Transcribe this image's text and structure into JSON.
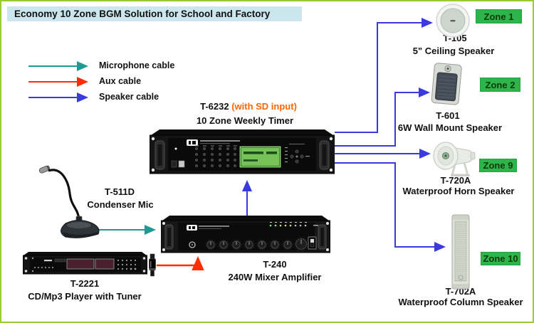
{
  "page": {
    "title": "Economy 10 Zone BGM Solution for School and Factory",
    "border_color": "#99cc33",
    "title_bg": "#cbe7ed"
  },
  "legend": {
    "items": [
      {
        "label": "Microphone cable",
        "color": "#1d9a94"
      },
      {
        "label": "Aux cable",
        "color": "#ff2d00"
      },
      {
        "label": "Speaker cable",
        "color": "#3a3ae0"
      }
    ]
  },
  "devices": {
    "timer": {
      "model": "T-6232",
      "note": "(with SD input)",
      "name": "10 Zone Weekly Timer"
    },
    "amplifier": {
      "model": "T-240",
      "name": "240W Mixer Amplifier"
    },
    "microphone": {
      "model": "T-511D",
      "name": "Condenser Mic"
    },
    "cd_player": {
      "model": "T-2221",
      "name": "CD/Mp3 Player with Tuner"
    }
  },
  "zones": [
    {
      "badge": "Zone 1",
      "model": "T-105",
      "name": "5\" Ceiling Speaker"
    },
    {
      "badge": "Zone 2",
      "model": "T-601",
      "name": "6W Wall Mount Speaker"
    },
    {
      "badge": "Zone 9",
      "model": "T-720A",
      "name": "Waterproof Horn Speaker"
    },
    {
      "badge": "Zone 10",
      "model": "T-702A",
      "name": "Waterproof Column Speaker"
    }
  ],
  "colors": {
    "zone_badge_bg": "#2eb44b",
    "zone_badge_text": "#0a3c0a",
    "note_orange": "#ff6600",
    "lcd_green": "#76c258"
  }
}
